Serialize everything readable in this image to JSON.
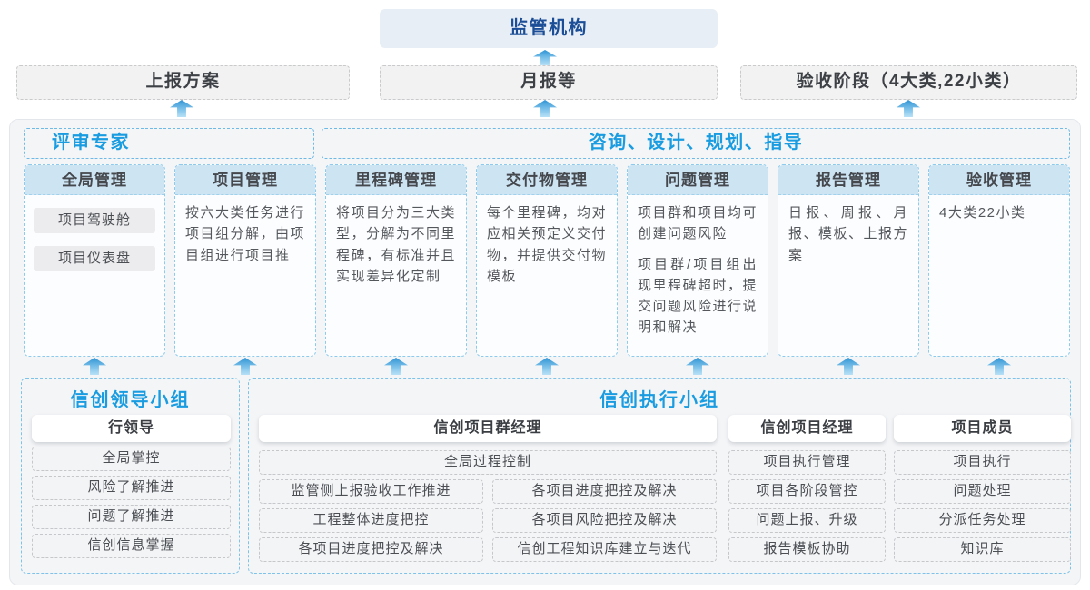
{
  "colors": {
    "accent_blue": "#1a9ce1",
    "navy_title": "#1b4e96",
    "arrow_blue_top": "#2e93d4",
    "arrow_blue_bottom": "#b7e0f6",
    "column_header_fill": "#cde4f3"
  },
  "top": {
    "regulator": "监管机构"
  },
  "report_row": {
    "plan": "上报方案",
    "monthly": "月报等",
    "acceptance": "验收阶段（4大类,22小类）"
  },
  "platform": {
    "experts": "评审专家",
    "consulting": "咨询、设计、规划、指导",
    "columns": [
      {
        "title": "全局管理",
        "chips": [
          "项目驾驶舱",
          "项目仪表盘"
        ]
      },
      {
        "title": "项目管理",
        "body": "按六大类任务进行项目组分解，由项目组进行项目推"
      },
      {
        "title": "里程碑管理",
        "body": "将项目分为三大类型，分解为不同里程碑，有标准并且实现差异化定制"
      },
      {
        "title": "交付物管理",
        "body": "每个里程碑，均对应相关预定义交付物，并提供交付物模板"
      },
      {
        "title": "问题管理",
        "paragraphs": [
          "项目群和项目均可创建问题风险",
          "项目群/项目组出现里程碑超时，提交问题风险进行说明和解决"
        ]
      },
      {
        "title": "报告管理",
        "body": "日报、周报、月报、模板、上报方案"
      },
      {
        "title": "验收管理",
        "body": "4大类22小类"
      }
    ]
  },
  "leader_group": {
    "title": "信创领导小组",
    "role": "行领导",
    "items": [
      "全局掌控",
      "风险了解推进",
      "问题了解推进",
      "信创信息掌握"
    ]
  },
  "exec_group": {
    "title": "信创执行小组",
    "pgm": {
      "role": "信创项目群经理",
      "full_item": "全局过程控制",
      "col1": [
        "监管侧上报验收工作推进",
        "工程整体进度把控",
        "各项目进度把控及解决"
      ],
      "col2": [
        "各项目进度把控及解决",
        "各项目风险把控及解决",
        "信创工程知识库建立与迭代"
      ]
    },
    "pm": {
      "role": "信创项目经理",
      "items": [
        "项目执行管理",
        "项目各阶段管控",
        "问题上报、升级",
        "报告模板协助"
      ]
    },
    "member": {
      "role": "项目成员",
      "items": [
        "项目执行",
        "问题处理",
        "分派任务处理",
        "知识库"
      ]
    }
  }
}
